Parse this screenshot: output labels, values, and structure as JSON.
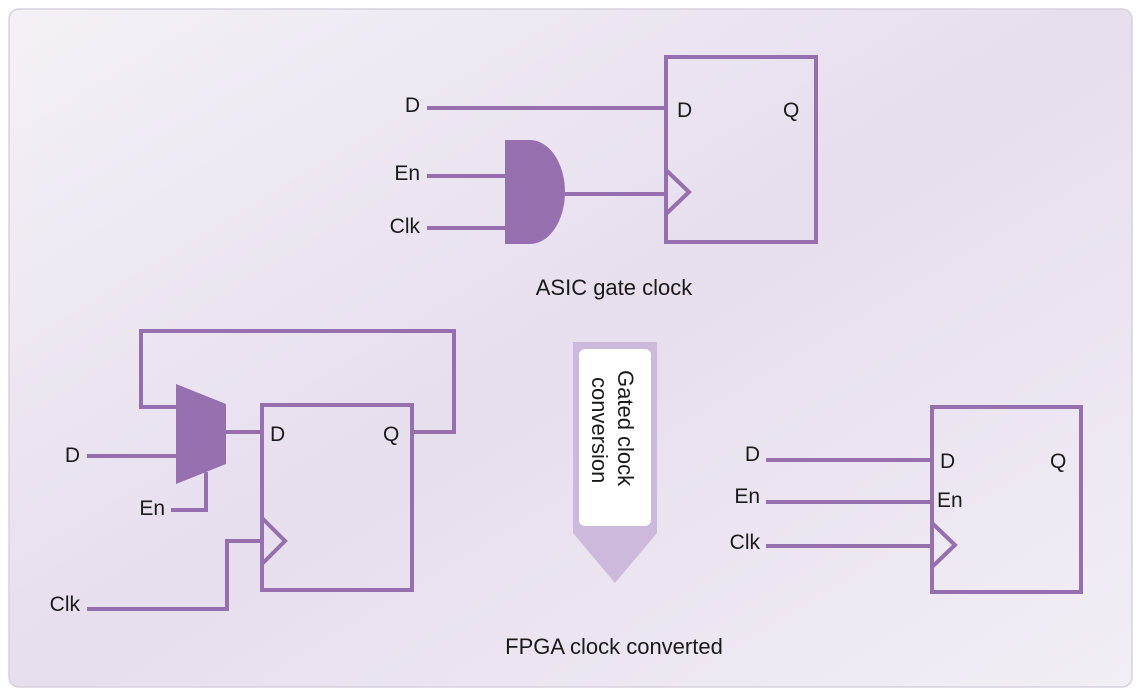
{
  "colors": {
    "wire": "#9670AE",
    "gate_fill": "#9670AE",
    "panel_bg": "#EEE8F2",
    "arrow_fill": "#CDB9DC",
    "arrow_inner": "#FFFFFF"
  },
  "asic": {
    "inputs": [
      "D",
      "En",
      "Clk"
    ],
    "ff_d": "D",
    "ff_q": "Q",
    "caption": "ASIC gate clock"
  },
  "fpga_left": {
    "inputs": [
      "D",
      "En",
      "Clk"
    ],
    "ff_d": "D",
    "ff_q": "Q",
    "caption": "FPGA clock converted"
  },
  "fpga_right": {
    "inputs": [
      "D",
      "En",
      "Clk"
    ],
    "ff_d": "D",
    "ff_en": "En",
    "ff_q": "Q"
  },
  "arrow": {
    "line1": "Gated clock",
    "line2": "conversion"
  }
}
